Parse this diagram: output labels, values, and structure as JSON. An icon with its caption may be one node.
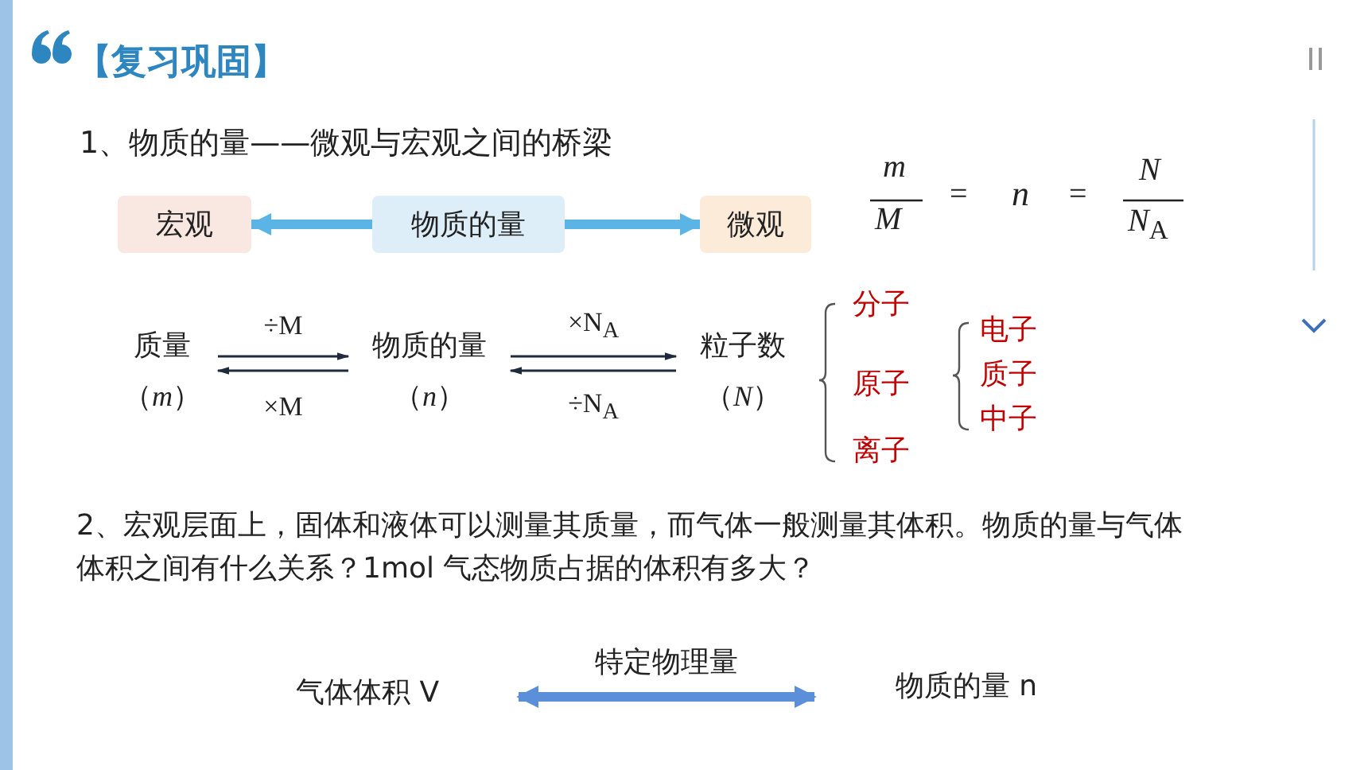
{
  "diagram": {
    "title": "【复习巩固】",
    "nodes": [
      {
        "text": [
          "宏观"
        ]
      },
      {
        "text": [
          "物质的量"
        ]
      },
      {
        "text": [
          "微观"
        ]
      },
      {
        "text": [
          "质量",
          "（*m*）"
        ]
      },
      {
        "text": [
          "物质的量",
          "（*n*）"
        ]
      },
      {
        "text": [
          "粒子数",
          "（*N*）"
        ]
      },
      {
        "text": [
          "气体体积 V"
        ]
      },
      {
        "text": [
          "物质的量 n"
        ]
      }
    ],
    "edges": [
      {
        "from": 1,
        "to": 0,
        "arrow": "to",
        "style": "thick",
        "color": "#5ab4e5"
      },
      {
        "from": 1,
        "to": 2,
        "arrow": "to",
        "style": "thick",
        "color": "#5ab4e5"
      },
      {
        "from": 3,
        "to": 4,
        "arrow": "to",
        "label": "÷M"
      },
      {
        "from": 4,
        "to": 3,
        "arrow": "to",
        "label": "×M"
      },
      {
        "from": 4,
        "to": 5,
        "arrow": "to",
        "label": "×N$_{A}$"
      },
      {
        "from": 5,
        "to": 4,
        "arrow": "to",
        "label": "÷N$_{A}$"
      },
      {
        "from": 6,
        "to": 7,
        "arrow": "both",
        "label": "特定物理量",
        "style": "thick",
        "color": "#5b8fd9"
      }
    ],
    "labels": [
      "1、物质的量——微观与宏观之间的桥梁",
      "m",
      "M",
      "=",
      "n",
      "=",
      "N",
      "*N*$_{A}$",
      "分子",
      "原子",
      "离子",
      "电子",
      "质子",
      "中子",
      "2、宏观层面上，固体和液体可以测量其质量，而气体一般测量其体积。物质的量与气体体积之间有什么关系？1mol 气态物质占据的体积有多大？"
    ]
  }
}
